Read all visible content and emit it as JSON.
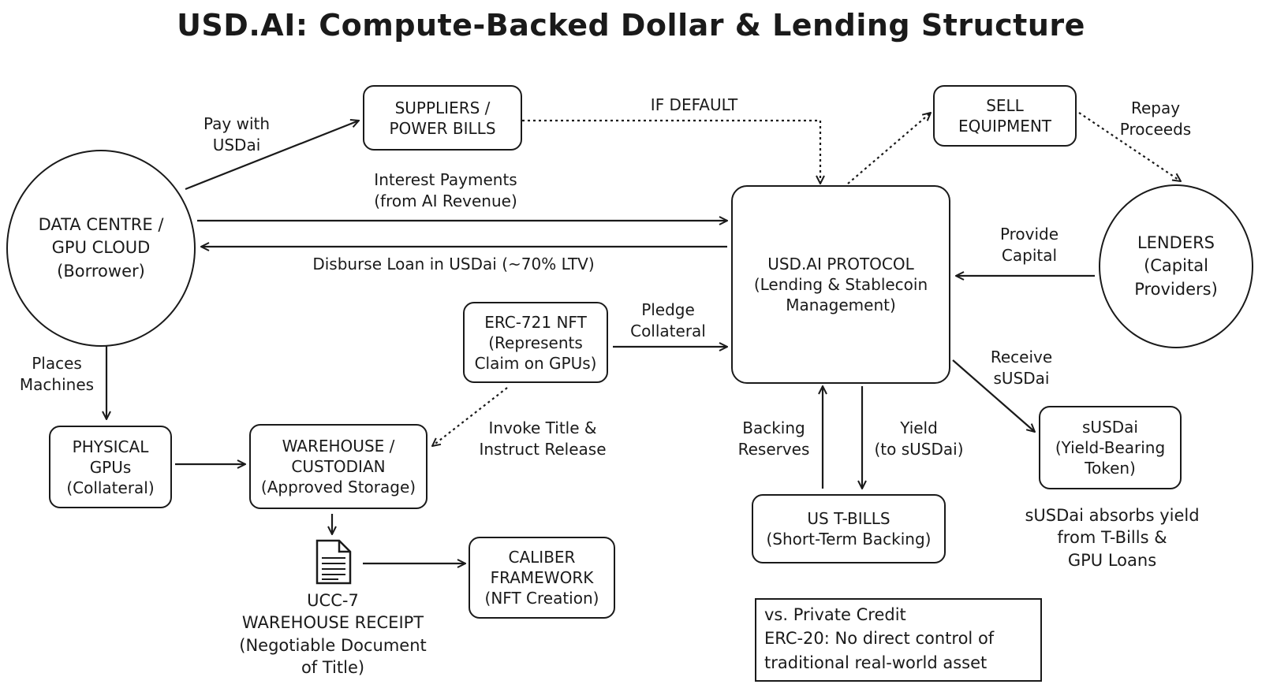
{
  "title": "USD.AI: Compute-Backed Dollar & Lending Structure",
  "nodes": {
    "data_centre": [
      "DATA CENTRE /",
      "GPU CLOUD",
      "(Borrower)"
    ],
    "suppliers": [
      "SUPPLIERS /",
      "POWER BILLS"
    ],
    "protocol": [
      "USD.AI PROTOCOL",
      "(Lending & Stablecoin",
      "Management)"
    ],
    "sell_equipment": [
      "SELL",
      "EQUIPMENT"
    ],
    "lenders": [
      "LENDERS",
      "(Capital",
      "Providers)"
    ],
    "nft": [
      "ERC-721 NFT",
      "(Represents",
      "Claim on GPUs)"
    ],
    "physical_gpus": [
      "PHYSICAL",
      "GPUs",
      "(Collateral)"
    ],
    "warehouse": [
      "WAREHOUSE /",
      "CUSTODIAN",
      "(Approved Storage)"
    ],
    "caliber": [
      "CALIBER",
      "FRAMEWORK",
      "(NFT Creation)"
    ],
    "tbills": [
      "US T-BILLS",
      "(Short-Term Backing)"
    ],
    "susdai": [
      "sUSDai",
      "(Yield-Bearing",
      "Token)"
    ],
    "ucc7": [
      "UCC-7",
      "WAREHOUSE RECEIPT",
      "(Negotiable Document",
      "of Title)"
    ]
  },
  "labels": {
    "pay_with": [
      "Pay with",
      "USDai"
    ],
    "if_default": "IF DEFAULT",
    "repay": [
      "Repay",
      "Proceeds"
    ],
    "interest": [
      "Interest Payments",
      "(from AI Revenue)"
    ],
    "disburse": "Disburse Loan in USDai (~70% LTV)",
    "provide": [
      "Provide",
      "Capital"
    ],
    "pledge": [
      "Pledge",
      "Collateral"
    ],
    "receive": [
      "Receive",
      "sUSDai"
    ],
    "places": [
      "Places",
      "Machines"
    ],
    "invoke": [
      "Invoke Title &",
      "Instruct Release"
    ],
    "backing": [
      "Backing",
      "Reserves"
    ],
    "yield": [
      "Yield",
      "(to sUSDai)"
    ],
    "absorbs": [
      "sUSDai absorbs yield",
      "from T-Bills &",
      "GPU Loans"
    ]
  },
  "note": [
    "vs. Private Credit",
    "ERC-20: No direct control of",
    "traditional real-world asset"
  ],
  "icons": {
    "document": "document-icon"
  }
}
